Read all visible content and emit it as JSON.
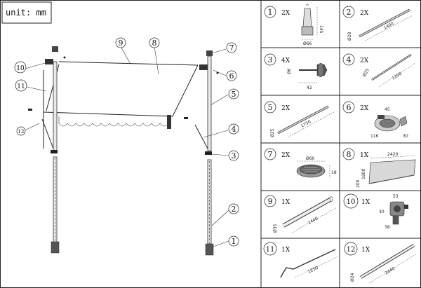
{
  "unit_label": "unit: mm",
  "callouts": [
    "1",
    "2",
    "3",
    "4",
    "5",
    "6",
    "7",
    "8",
    "9",
    "10",
    "11",
    "12"
  ],
  "parts": [
    {
      "num": "1",
      "qty": "2X",
      "dims": [
        "145",
        "Ø66"
      ],
      "icon": "pole-base-foot"
    },
    {
      "num": "2",
      "qty": "2X",
      "dims": [
        "1400",
        "Ø28"
      ],
      "icon": "lower-pole-tube"
    },
    {
      "num": "3",
      "qty": "4X",
      "dims": [
        "Ø6",
        "42"
      ],
      "icon": "knob-screw"
    },
    {
      "num": "4",
      "qty": "2X",
      "dims": [
        "Ø25",
        "1200"
      ],
      "icon": "diagonal-strut"
    },
    {
      "num": "5",
      "qty": "2X",
      "dims": [
        "1750",
        "Ø25"
      ],
      "icon": "upper-pole-tube"
    },
    {
      "num": "6",
      "qty": "2X",
      "dims": [
        "45",
        "116",
        "30"
      ],
      "icon": "arm-bracket"
    },
    {
      "num": "7",
      "qty": "2X",
      "dims": [
        "Ø60",
        "18"
      ],
      "icon": "top-cap"
    },
    {
      "num": "8",
      "qty": "1X",
      "dims": [
        "2420",
        "1800",
        "200"
      ],
      "icon": "fabric-canopy"
    },
    {
      "num": "9",
      "qty": "1X",
      "dims": [
        "2440",
        "Ø35"
      ],
      "icon": "roller-tube"
    },
    {
      "num": "10",
      "qty": "1X",
      "dims": [
        "53",
        "30",
        "38"
      ],
      "icon": "crank-gear-box"
    },
    {
      "num": "11",
      "qty": "1X",
      "dims": [
        "1250"
      ],
      "icon": "crank-handle"
    },
    {
      "num": "12",
      "qty": "1X",
      "dims": [
        "2440",
        "Ø24"
      ],
      "icon": "front-bar"
    }
  ]
}
